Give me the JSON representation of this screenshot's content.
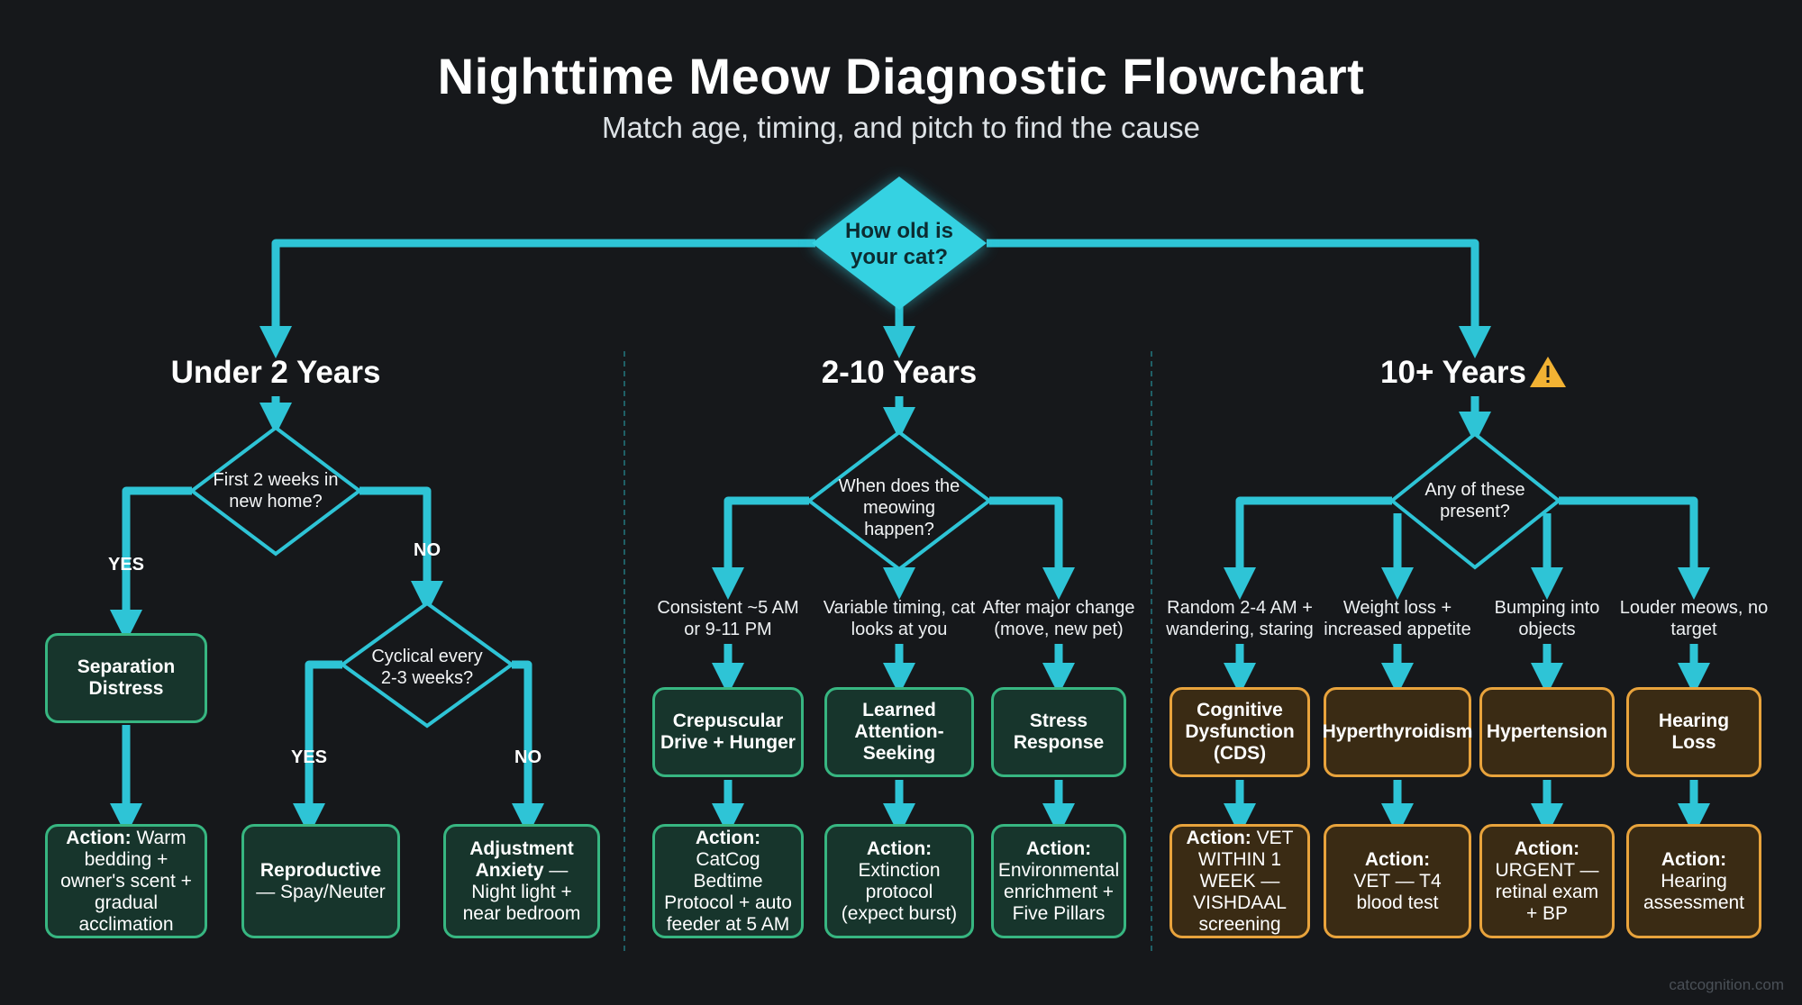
{
  "title": "Nighttime Meow Diagnostic Flowchart",
  "subtitle": "Match age, timing, and pitch to find the cause",
  "root_question": "How old is your cat?",
  "colors": {
    "connector": "#2ec4d6",
    "green_border": "#37b681",
    "orange_border": "#e8a33c",
    "warning": "#f2b233"
  },
  "branches": {
    "young": {
      "label": "Under 2 Years",
      "question": "First 2 weeks in new home?",
      "yes_label": "YES",
      "no_label": "NO",
      "yes_result": "Separation Distress",
      "yes_action_label": "Action:",
      "yes_action": "Warm bedding + owner's scent + gradual acclimation",
      "no_question": "Cyclical every 2-3 weeks?",
      "no_yes_label": "YES",
      "no_no_label": "NO",
      "cyclical_action_label": "Reproductive",
      "cyclical_action": "— Spay/Neuter",
      "anxiety_action_label": "Adjustment Anxiety",
      "anxiety_action": "— Night light + near bedroom"
    },
    "adult": {
      "label": "2-10 Years",
      "question": "When does the meowing happen?",
      "paths": [
        {
          "condition": "Consistent ~5 AM or 9-11 PM",
          "result": "Crepuscular Drive + Hunger",
          "action_label": "Action:",
          "action": "CatCog Bedtime Protocol + auto feeder at 5 AM"
        },
        {
          "condition": "Variable timing, cat looks at you",
          "result": "Learned Attention-Seeking",
          "action_label": "Action:",
          "action": "Extinction protocol (expect burst)"
        },
        {
          "condition": "After major change (move, new pet)",
          "result": "Stress Response",
          "action_label": "Action:",
          "action": "Environmental enrichment + Five Pillars"
        }
      ]
    },
    "senior": {
      "label": "10+ Years",
      "warning_icon": "warning-icon",
      "question": "Any of these present?",
      "paths": [
        {
          "condition": "Random 2-4 AM + wandering, staring",
          "result": "Cognitive Dysfunction (CDS)",
          "action_label": "Action:",
          "action": "VET WITHIN 1 WEEK — VISHDAAL screening"
        },
        {
          "condition": "Weight loss + increased appetite",
          "result": "Hyperthyroidism",
          "action_label": "Action:",
          "action": "VET — T4 blood test"
        },
        {
          "condition": "Bumping into objects",
          "result": "Hypertension",
          "action_label": "Action:",
          "action": "URGENT — retinal exam + BP"
        },
        {
          "condition": "Louder meows, no target",
          "result": "Hearing Loss",
          "action_label": "Action:",
          "action": "Hearing assessment"
        }
      ]
    }
  },
  "footer": "catcognition.com"
}
